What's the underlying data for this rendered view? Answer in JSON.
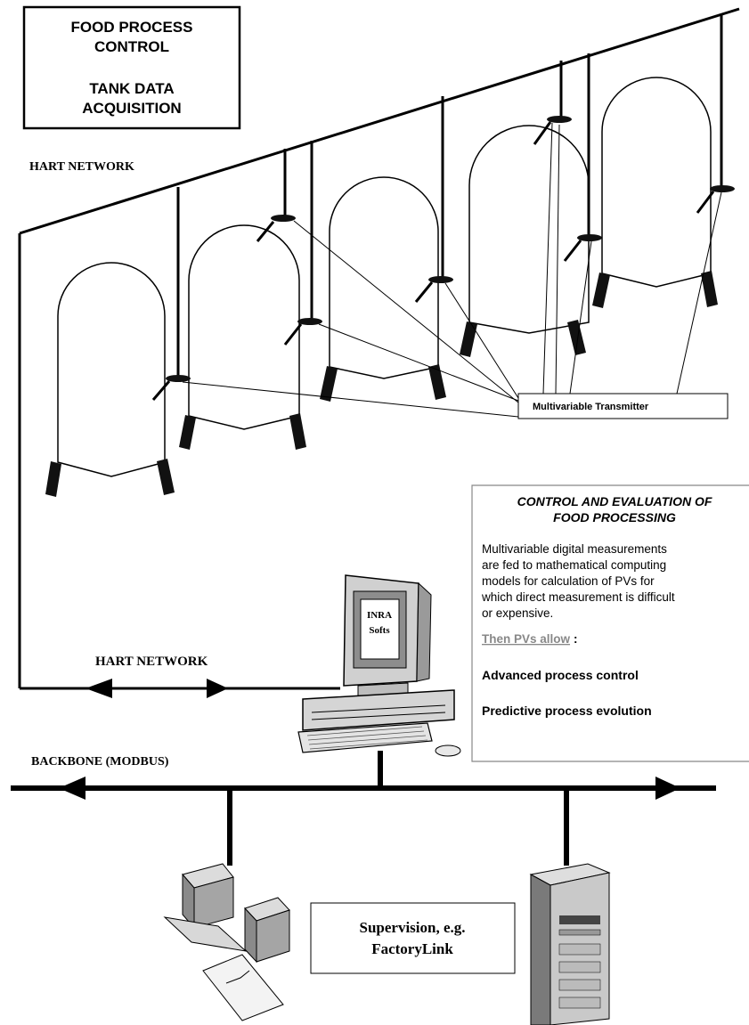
{
  "title_box": {
    "line1": "FOOD PROCESS",
    "line2": "CONTROL",
    "line3": "TANK DATA",
    "line4": "ACQUISITION"
  },
  "labels": {
    "hart_network_top": "HART NETWORK",
    "hart_network_bottom": "HART NETWORK",
    "backbone": "BACKBONE (MODBUS)",
    "transmitter": "Multivariable Transmitter",
    "screen_line1": "INRA",
    "screen_line2": "Softs",
    "supervision_line1": "Supervision, e.g.",
    "supervision_line2": "FactoryLink"
  },
  "info_box": {
    "title_line1": "CONTROL AND EVALUATION  OF",
    "title_line2": "FOOD PROCESSING",
    "body_lines": [
      "Multivariable   digital   measurements",
      "are fed to mathematical computing",
      "models for calculation of PVs for",
      "which direct measurement is difficult",
      "or expensive."
    ],
    "then_label": "Then PVs allow",
    "then_suffix": " :",
    "item1": "Advanced process control",
    "item2": "Predictive process evolution"
  }
}
